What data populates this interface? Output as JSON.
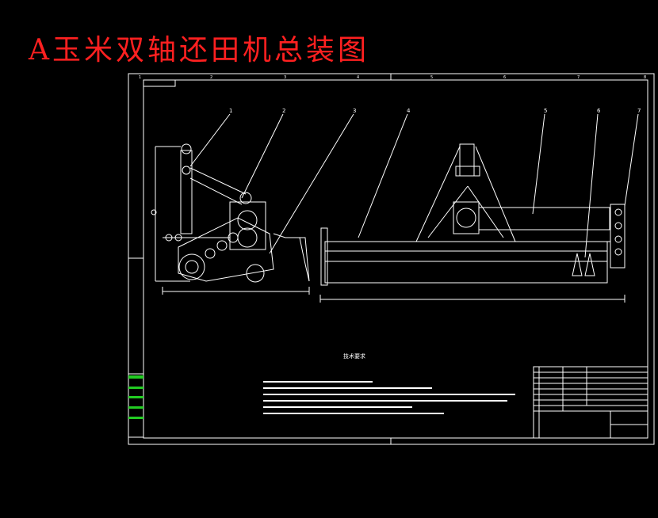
{
  "title": "A玉米双轴还田机总装图",
  "tech_requirements_heading": "技术要求",
  "balloons": [
    "1",
    "2",
    "3",
    "4",
    "5",
    "6",
    "7"
  ],
  "border_marks": [
    "1",
    "2",
    "3",
    "4",
    "5",
    "6",
    "7",
    "8"
  ],
  "colors": {
    "background": "#000000",
    "lines": "#ffffff",
    "title": "#ff2020",
    "revision_block": "#22cc22"
  }
}
